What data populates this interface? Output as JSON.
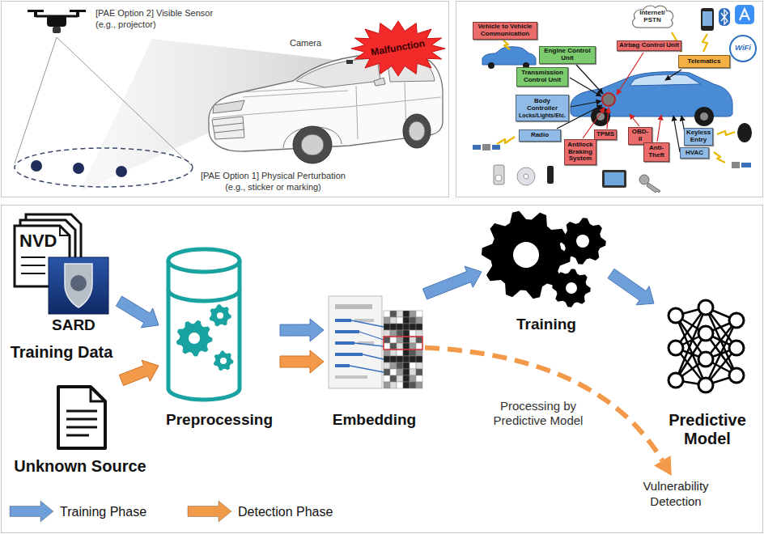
{
  "diagram": {
    "nodes": [
      {
        "text": [
          "Vehicle to Vehicle Communication"
        ]
      },
      {
        "text": [
          "Internet/ PSTN"
        ]
      },
      {
        "text": [
          "Engine Control Unit"
        ]
      },
      {
        "text": [
          "Airbag Control Unit"
        ]
      },
      {
        "text": [
          "Telematics"
        ]
      },
      {
        "text": [
          "Transmission Control Unit"
        ]
      },
      {
        "text": [
          "Body Controller",
          "Locks/Lights/Etc."
        ]
      },
      {
        "text": [
          "Radio"
        ]
      },
      {
        "text": [
          "TPMS"
        ]
      },
      {
        "text": [
          "OBD-II"
        ]
      },
      {
        "text": [
          "Keyless Entry"
        ]
      },
      {
        "text": [
          "Antilock Braking System"
        ]
      },
      {
        "text": [
          "Anti-Theft"
        ]
      },
      {
        "text": [
          "HVAC"
        ]
      },
      {
        "text": [
          "Training Data"
        ]
      },
      {
        "text": [
          "Unknown Source"
        ]
      },
      {
        "text": [
          "Preprocessing"
        ]
      },
      {
        "text": [
          "Embedding"
        ]
      },
      {
        "text": [
          "Training"
        ]
      },
      {
        "text": [
          "Predictive Model"
        ]
      },
      {
        "text": [
          "Vulnerability Detection"
        ]
      }
    ],
    "edges": [
      {
        "from": 14,
        "to": 16,
        "arrow": "to"
      },
      {
        "from": 15,
        "to": 16,
        "arrow": "to"
      },
      {
        "from": 16,
        "to": 17,
        "arrow": "to"
      },
      {
        "from": 16,
        "to": 17,
        "arrow": "to"
      },
      {
        "from": 17,
        "to": 18,
        "arrow": "to"
      },
      {
        "from": 18,
        "to": 19,
        "arrow": "to"
      },
      {
        "from": 17,
        "to": 20,
        "label": "Processing by Predictive Model",
        "arrow": "to"
      }
    ],
    "labels": [
      "[PAE Option 2] Visible Sensor (e.g., projector)",
      "Camera",
      "Malfunction",
      "[PAE Option 1] Physical Perturbation (e.g., sticker or marking)",
      "WiFi",
      "NVD",
      "SARD"
    ],
    "legend": [
      {
        "text": "Training Phase",
        "color": "#6f9fd8"
      },
      {
        "text": "Detection Phase",
        "color": "#f39a4a"
      }
    ]
  }
}
